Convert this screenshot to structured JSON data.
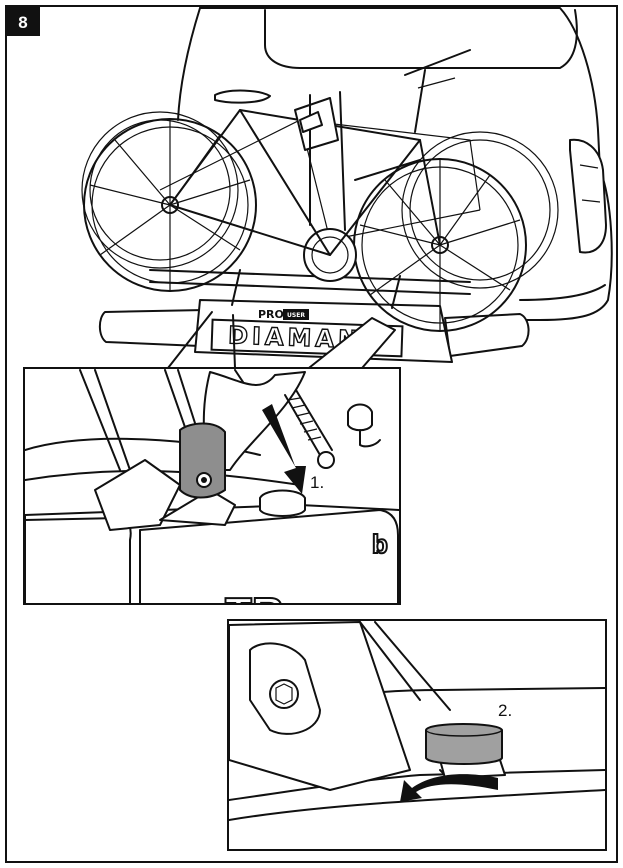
{
  "step": {
    "number": "8"
  },
  "carrier": {
    "brand": "PRO",
    "brand_badge": "USER",
    "plate": "DIAMANT"
  },
  "detail_top": {
    "callout": "1.",
    "plate_fragment": "TR",
    "mark": "b"
  },
  "detail_bottom": {
    "callout": "2."
  },
  "colors": {
    "line": "#111111",
    "knob": "#a0a0a0",
    "clamp": "#8e8e8e",
    "arrow": "#111111"
  }
}
